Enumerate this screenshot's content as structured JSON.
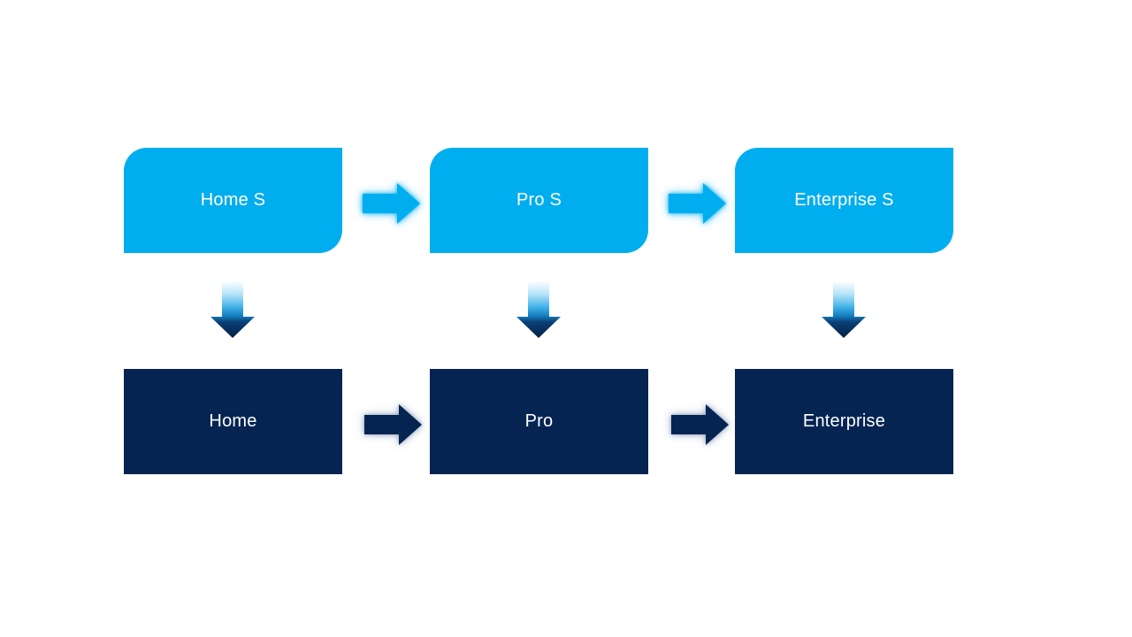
{
  "slide": {
    "columns": [
      {
        "top_label": "Home S",
        "bottom_label": "Home"
      },
      {
        "top_label": "Pro S",
        "bottom_label": "Pro"
      },
      {
        "top_label": "Enterprise S",
        "bottom_label": "Enterprise"
      }
    ]
  },
  "icons": {
    "right_arrow": "right-arrow-icon",
    "down_arrow": "down-arrow-icon"
  },
  "colors": {
    "accent_light": "#00AEEF",
    "accent_dark": "#052452",
    "box_text": "#FFFFFF",
    "canvas_background": "#FFFFFF"
  }
}
